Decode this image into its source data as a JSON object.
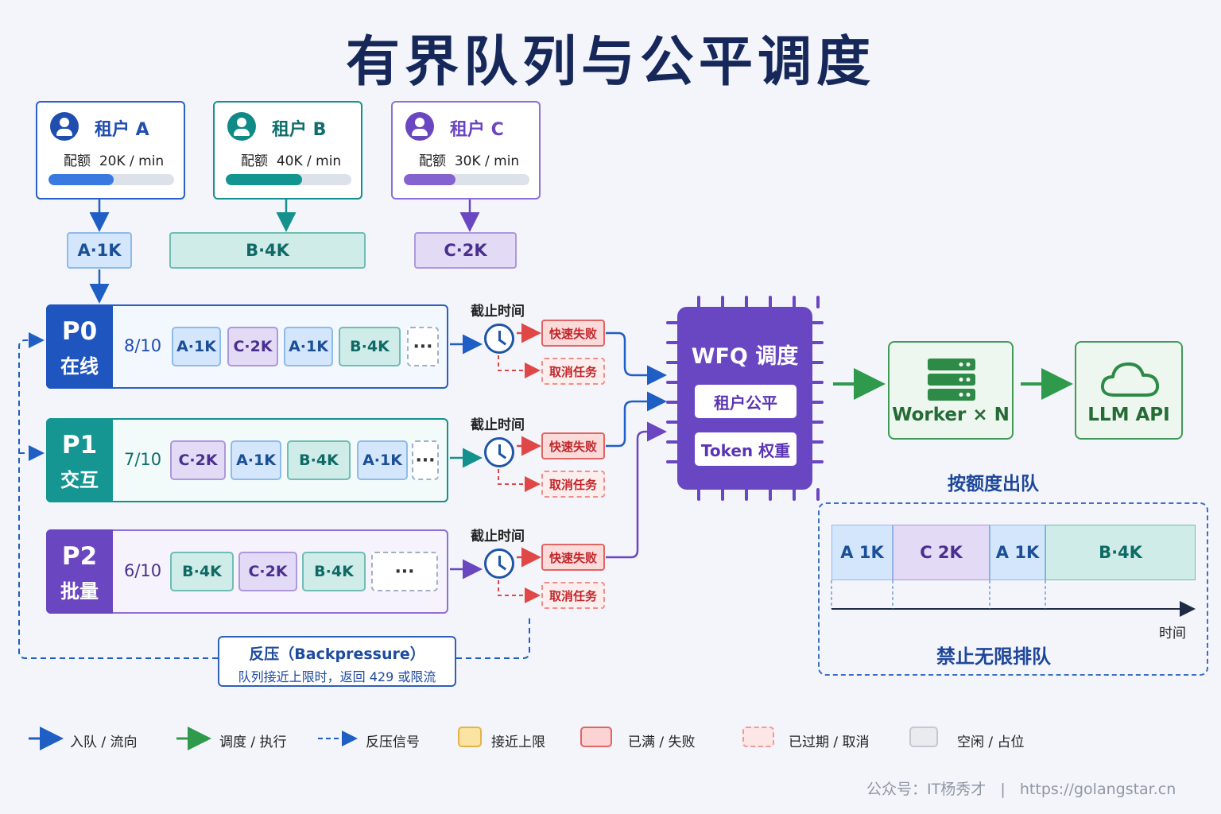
{
  "title": "有界队列与公平调度",
  "tenants": [
    {
      "name": "租户 A",
      "quota_label": "配额",
      "quota": "20K / min",
      "usage_fraction": 0.52,
      "color": "#1f4db0",
      "fill": "#3a7ae0"
    },
    {
      "name": "租户 B",
      "quota_label": "配额",
      "quota": "40K / min",
      "usage_fraction": 0.61,
      "color": "#0f8a87",
      "fill": "#13958f"
    },
    {
      "name": "租户 C",
      "quota_label": "配额",
      "quota": "30K / min",
      "usage_fraction": 0.41,
      "color": "#6a46c0",
      "fill": "#8463d1"
    }
  ],
  "incoming": [
    "A·1K",
    "B·4K",
    "C·2K"
  ],
  "queues": [
    {
      "priority": "P0",
      "desc": "在线",
      "count": "8/10",
      "color": "#1f55bf",
      "chips": [
        "A·1K",
        "C·2K",
        "A·1K",
        "B·4K",
        "···"
      ]
    },
    {
      "priority": "P1",
      "desc": "交互",
      "count": "7/10",
      "color": "#159692",
      "chips": [
        "C·2K",
        "A·1K",
        "B·4K",
        "A·1K",
        "···"
      ]
    },
    {
      "priority": "P2",
      "desc": "批量",
      "count": "6/10",
      "color": "#6a46c0",
      "chips": [
        "B·4K",
        "C·2K",
        "B·4K",
        "···"
      ]
    }
  ],
  "deadline": {
    "label": "截止时间",
    "fast_fail": "快速失败",
    "cancel": "取消任务"
  },
  "wfq": {
    "title": "WFQ 调度",
    "fair": "租户公平",
    "weight": "Token 权重"
  },
  "worker": {
    "label": "Worker × N"
  },
  "llm": {
    "label": "LLM API"
  },
  "dequeue": {
    "title": "按额度出队",
    "segments": [
      "A 1K",
      "C 2K",
      "A 1K",
      "B·4K"
    ],
    "axis_label": "时间",
    "note": "禁止无限排队"
  },
  "backpressure": {
    "title": "反压（Backpressure）",
    "desc": "队列接近上限时，返回 429 或限流"
  },
  "legend": [
    {
      "label": "入队 / 流向",
      "kind": "arrow-blue"
    },
    {
      "label": "调度 / 执行",
      "kind": "arrow-green"
    },
    {
      "label": "反压信号",
      "kind": "arrow-dashed"
    },
    {
      "label": "接近上限",
      "kind": "swatch",
      "fill": "#fbe3a2",
      "stroke": "#e6b34a"
    },
    {
      "label": "已满 / 失败",
      "kind": "swatch",
      "fill": "#fbd3d3",
      "stroke": "#e06565"
    },
    {
      "label": "已过期 / 取消",
      "kind": "swatch-dashed",
      "fill": "#fde6e6",
      "stroke": "#ee9a9a"
    },
    {
      "label": "空闲 / 占位",
      "kind": "swatch",
      "fill": "#e9ebef",
      "stroke": "#c3c8d2"
    }
  ],
  "footer": {
    "account": "公众号：IT杨秀才",
    "separator": "|",
    "url": "https://golangstar.cn"
  }
}
